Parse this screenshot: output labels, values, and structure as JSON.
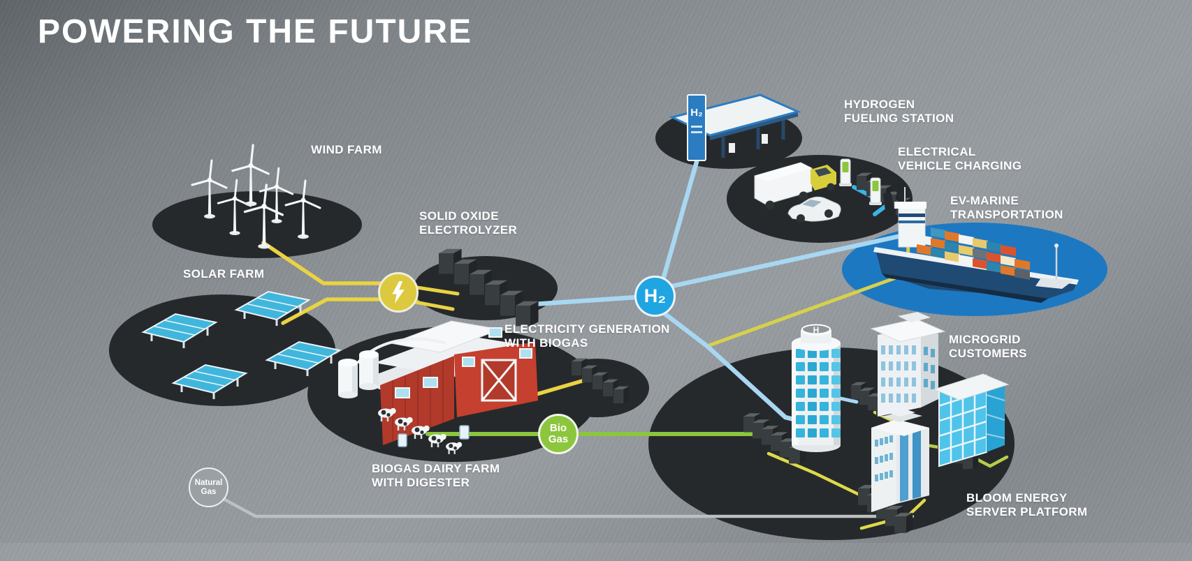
{
  "title": "POWERING THE FUTURE",
  "labels": {
    "wind_farm": {
      "line1": "WIND FARM"
    },
    "solar_farm": {
      "line1": "SOLAR FARM"
    },
    "solid_oxide_electrolyzer": {
      "line1": "SOLID OXIDE",
      "line2": "ELECTROLYZER"
    },
    "electricity_generation": {
      "line1": "ELECTRICITY GENERATION",
      "line2": "WITH BIOGAS"
    },
    "hydrogen_fueling_station": {
      "line1": "HYDROGEN",
      "line2": "FUELING STATION"
    },
    "electrical_vehicle_charging": {
      "line1": "ELECTRICAL",
      "line2": "VEHICLE CHARGING"
    },
    "ev_marine_transportation": {
      "line1": "EV-MARINE",
      "line2": "TRANSPORTATION"
    },
    "microgrid_customers": {
      "line1": "MICROGRID",
      "line2": "CUSTOMERS"
    },
    "bloom_energy_server_platform": {
      "line1": "BLOOM ENERGY",
      "line2": "SERVER PLATFORM"
    },
    "biogas_dairy_farm": {
      "line1": "BIOGAS DAIRY FARM",
      "line2": "WITH DIGESTER"
    }
  },
  "nodes": {
    "hydrogen": {
      "label": "H₂"
    },
    "bio_gas": {
      "line1": "Bio",
      "line2": "Gas"
    },
    "natural_gas": {
      "line1": "Natural",
      "line2": "Gas"
    }
  },
  "station_sign": "H₂",
  "helipad_letter": "H",
  "colors": {
    "electricity_yellow": "#e9d343",
    "hydrogen_blue": "#1fa5e2",
    "pale_blue_line": "#a8d7f1",
    "biogas_green": "#8cc63e",
    "natural_gas_gray": "#bcc0c3",
    "marine_blue": "#1d78c2",
    "site_dark": "#26292c"
  }
}
